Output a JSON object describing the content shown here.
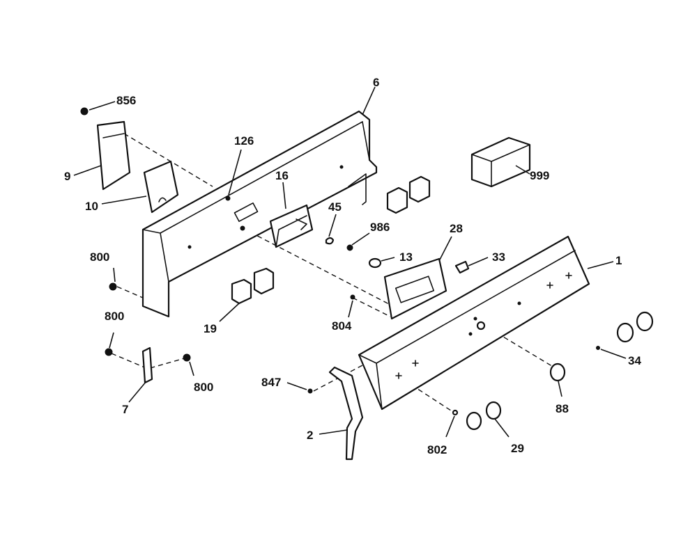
{
  "callouts": {
    "c856": "856",
    "c6": "6",
    "c126": "126",
    "c9": "9",
    "c10": "10",
    "c16": "16",
    "c45": "45",
    "c986": "986",
    "c28": "28",
    "c999": "999",
    "c13": "13",
    "c33": "33",
    "c1": "1",
    "c800a": "800",
    "c800b": "800",
    "c800c": "800",
    "c19": "19",
    "c804": "804",
    "c7": "7",
    "c847": "847",
    "c34": "34",
    "c88": "88",
    "c2": "2",
    "c802": "802",
    "c29": "29"
  }
}
